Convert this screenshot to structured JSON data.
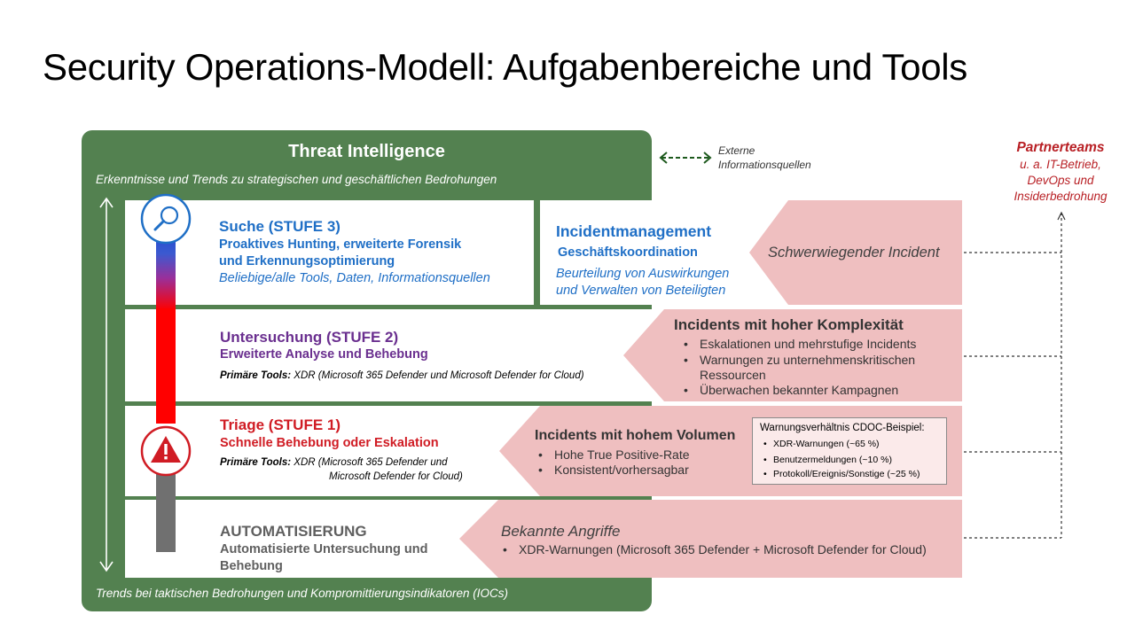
{
  "title": "Security Operations-Modell: Aufgabenbereiche und Tools",
  "threat_intelligence": {
    "title": "Threat Intelligence",
    "subtitle": "Erkenntnisse und Trends zu strategischen und geschäftlichen Bedrohungen",
    "bottom": "Trends bei taktischen Bedrohungen und Kompromittierungsindikatoren (IOCs)"
  },
  "external_sources": [
    "Externe",
    "Informationsquellen"
  ],
  "partner": {
    "title": "Partnerteams",
    "lines": [
      "u. a. IT-Betrieb,",
      "DevOps und",
      "Insiderbedrohung"
    ]
  },
  "tier3": {
    "title": "Suche (STUFE 3)",
    "lines": [
      "Proaktives Hunting, erweiterte Forensik",
      "und Erkennungsoptimierung"
    ],
    "tools": "Beliebige/alle Tools, Daten, Informationsquellen"
  },
  "incident_management": {
    "title": "Incidentmanagement",
    "subtitle": "Geschäftskoordination",
    "desc": [
      "Beurteilung von Auswirkungen",
      "und Verwalten von Beteiligten"
    ],
    "severe": "Schwerwiegender Incident"
  },
  "tier2": {
    "title": "Untersuchung (STUFE 2)",
    "subtitle": "Erweiterte Analyse und Behebung",
    "tools_label": "Primäre Tools:",
    "tools": " XDR (Microsoft 365 Defender und Microsoft Defender for Cloud)"
  },
  "high_complexity": {
    "title": "Incidents mit hoher Komplexität",
    "items": [
      "Eskalationen und mehrstufige Incidents",
      "Warnungen zu unternehmenskritischen",
      "Ressourcen",
      "Überwachen bekannter Kampagnen"
    ]
  },
  "tier1": {
    "title": "Triage (STUFE 1)",
    "subtitle": "Schnelle Behebung oder Eskalation",
    "tools_label": "Primäre Tools:",
    "tools1": " XDR (Microsoft 365 Defender und",
    "tools2": "Microsoft Defender for Cloud)"
  },
  "high_volume": {
    "title": "Incidents mit hohem Volumen",
    "items": [
      "Hohe True Positive-Rate",
      "Konsistent/vorhersagbar"
    ]
  },
  "alert_ratio": {
    "title": "Warnungsverhältnis CDOC-Beispiel:",
    "items": [
      "XDR-Warnungen (~65 %)",
      "Benutzermeldungen (~10 %)",
      "Protokoll/Ereignis/Sonstige (~25 %)"
    ]
  },
  "automation": {
    "title": "AUTOMATISIERUNG",
    "lines": [
      "Automatisierte Untersuchung und",
      "Behebung"
    ]
  },
  "known_attacks": {
    "title": "Bekannte Angriffe",
    "items": [
      "XDR-Warnungen (Microsoft 365 Defender + Microsoft Defender for Cloud)"
    ]
  },
  "colors": {
    "green": "#538150",
    "pink": "#efbfc0",
    "blue": "#1f6fc6",
    "purple": "#6a2f8f",
    "red": "#d01c24",
    "partner_red": "#b81f24"
  },
  "icons": {
    "search": "magnifier-icon",
    "alert": "warning-triangle-icon"
  }
}
